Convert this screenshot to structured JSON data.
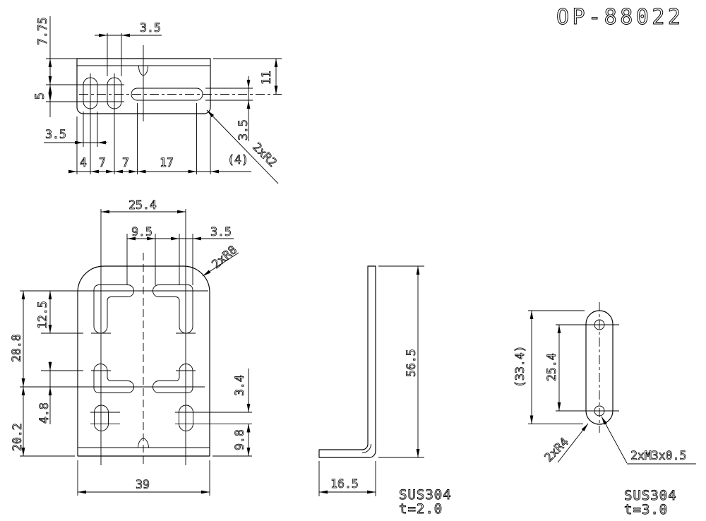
{
  "meta": {
    "ink_color": "#000000",
    "paper_color": "#ffffff"
  },
  "title": "OP-88022",
  "top_view": {
    "dim_height_7_75": "7.75",
    "dim_slot_len_5": "5",
    "dim_slot_width_3_5": "3.5",
    "dim_slot2_width_3_5": "3.5",
    "dim_4": "4",
    "dim_7_left": "7",
    "dim_7_right": "7",
    "dim_17": "17",
    "dim_4_ref": "(4)",
    "dim_11": "11",
    "dim_3_5_right": "3.5",
    "note_corner_radius": "2xR2"
  },
  "front_view": {
    "dim_25_4": "25.4",
    "dim_9_5": "9.5",
    "dim_3_5": "3.5",
    "note_corner_radius": "2xR8",
    "dim_12_5": "12.5",
    "dim_28_8": "28.8",
    "dim_4_8": "4.8",
    "dim_20_2": "20.2",
    "dim_3_4": "3.4",
    "dim_9_8": "9.8",
    "dim_width_39": "39"
  },
  "side_view": {
    "dim_56_5": "56.5",
    "dim_16_5": "16.5",
    "material": "SUS304",
    "thickness": "t=2.0"
  },
  "end_view": {
    "dim_33_4": "(33.4)",
    "dim_25_4": "25.4",
    "note_radius": "2xR4",
    "note_thread": "2xM3x0.5",
    "material": "SUS304",
    "thickness": "t=3.0"
  }
}
